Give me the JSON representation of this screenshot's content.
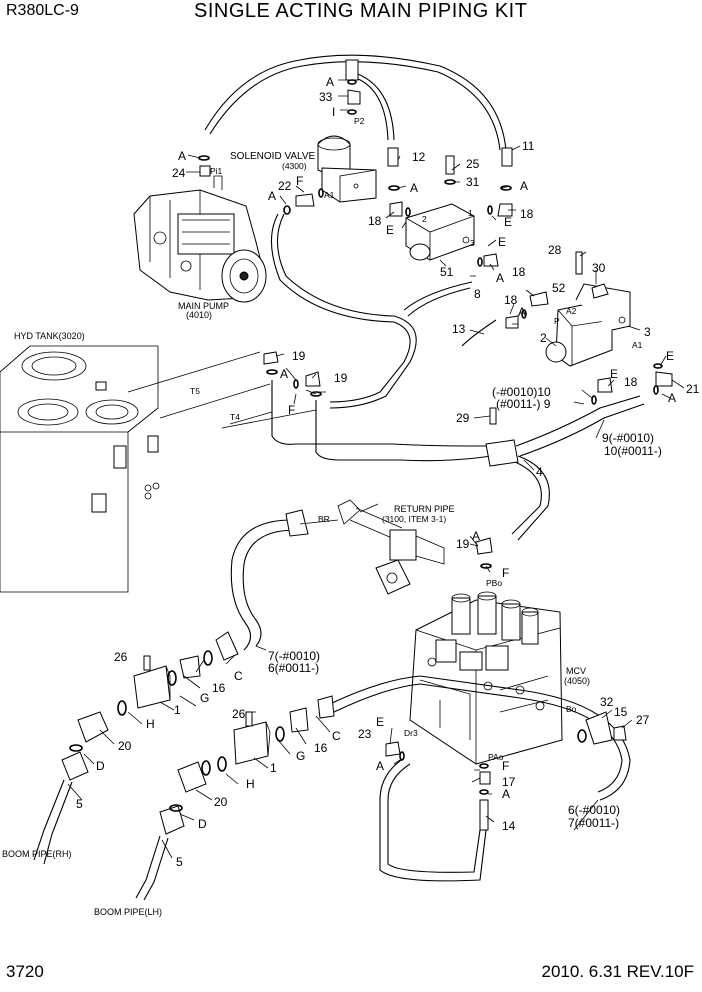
{
  "header": {
    "model": "R380LC-9",
    "title": "SINGLE ACTING MAIN PIPING KIT"
  },
  "footer": {
    "page_number": "3720",
    "revision": "2010. 6.31  REV.10F"
  },
  "components": {
    "solenoid_valve": [
      "SOLENOID VALVE",
      "(4300)"
    ],
    "main_pump": [
      "MAIN PUMP",
      "(4010)"
    ],
    "hyd_tank": [
      "HYD TANK(3020)"
    ],
    "return_pipe": [
      "RETURN PIPE",
      "(3100, ITEM 3-1)"
    ],
    "mcv": [
      "MCV",
      "(4050)"
    ],
    "boom_pipe_rh": [
      "BOOM PIPE(RH)"
    ],
    "boom_pipe_lh": [
      "BOOM PIPE(LH)"
    ]
  },
  "port_labels": [
    "P2",
    "Pi1",
    "A1",
    "2",
    "1",
    "3",
    "P",
    "A2",
    "A1",
    "T5",
    "T4",
    "BR",
    "PBo",
    "Bo",
    "Dr3",
    "PAo"
  ],
  "callouts": [
    "A",
    "33",
    "I",
    "11",
    "A",
    "24",
    "12",
    "25",
    "31",
    "A",
    "22",
    "F",
    "A",
    "A",
    "18",
    "E",
    "18",
    "E",
    "E",
    "28",
    "30",
    "51",
    "A",
    "18",
    "8",
    "52",
    "18",
    "A",
    "13",
    "2",
    "3",
    "E",
    "19",
    "19",
    "A",
    "F",
    "E",
    "18",
    "21",
    "A",
    "(-#0010)10",
    "(#0011-) 9",
    "29",
    "9(-#0010)",
    "10(#0011-)",
    "4",
    "19",
    "A",
    "F",
    "26",
    "7(-#0010)",
    "6(#0011-)",
    "C",
    "16",
    "G",
    "1",
    "H",
    "20",
    "D",
    "5",
    "26",
    "16",
    "C",
    "G",
    "1",
    "H",
    "20",
    "D",
    "5",
    "32",
    "15",
    "27",
    "E",
    "23",
    "A",
    "17",
    "A",
    "F",
    "14",
    "6(-#0010)",
    "7(#0011-)"
  ]
}
